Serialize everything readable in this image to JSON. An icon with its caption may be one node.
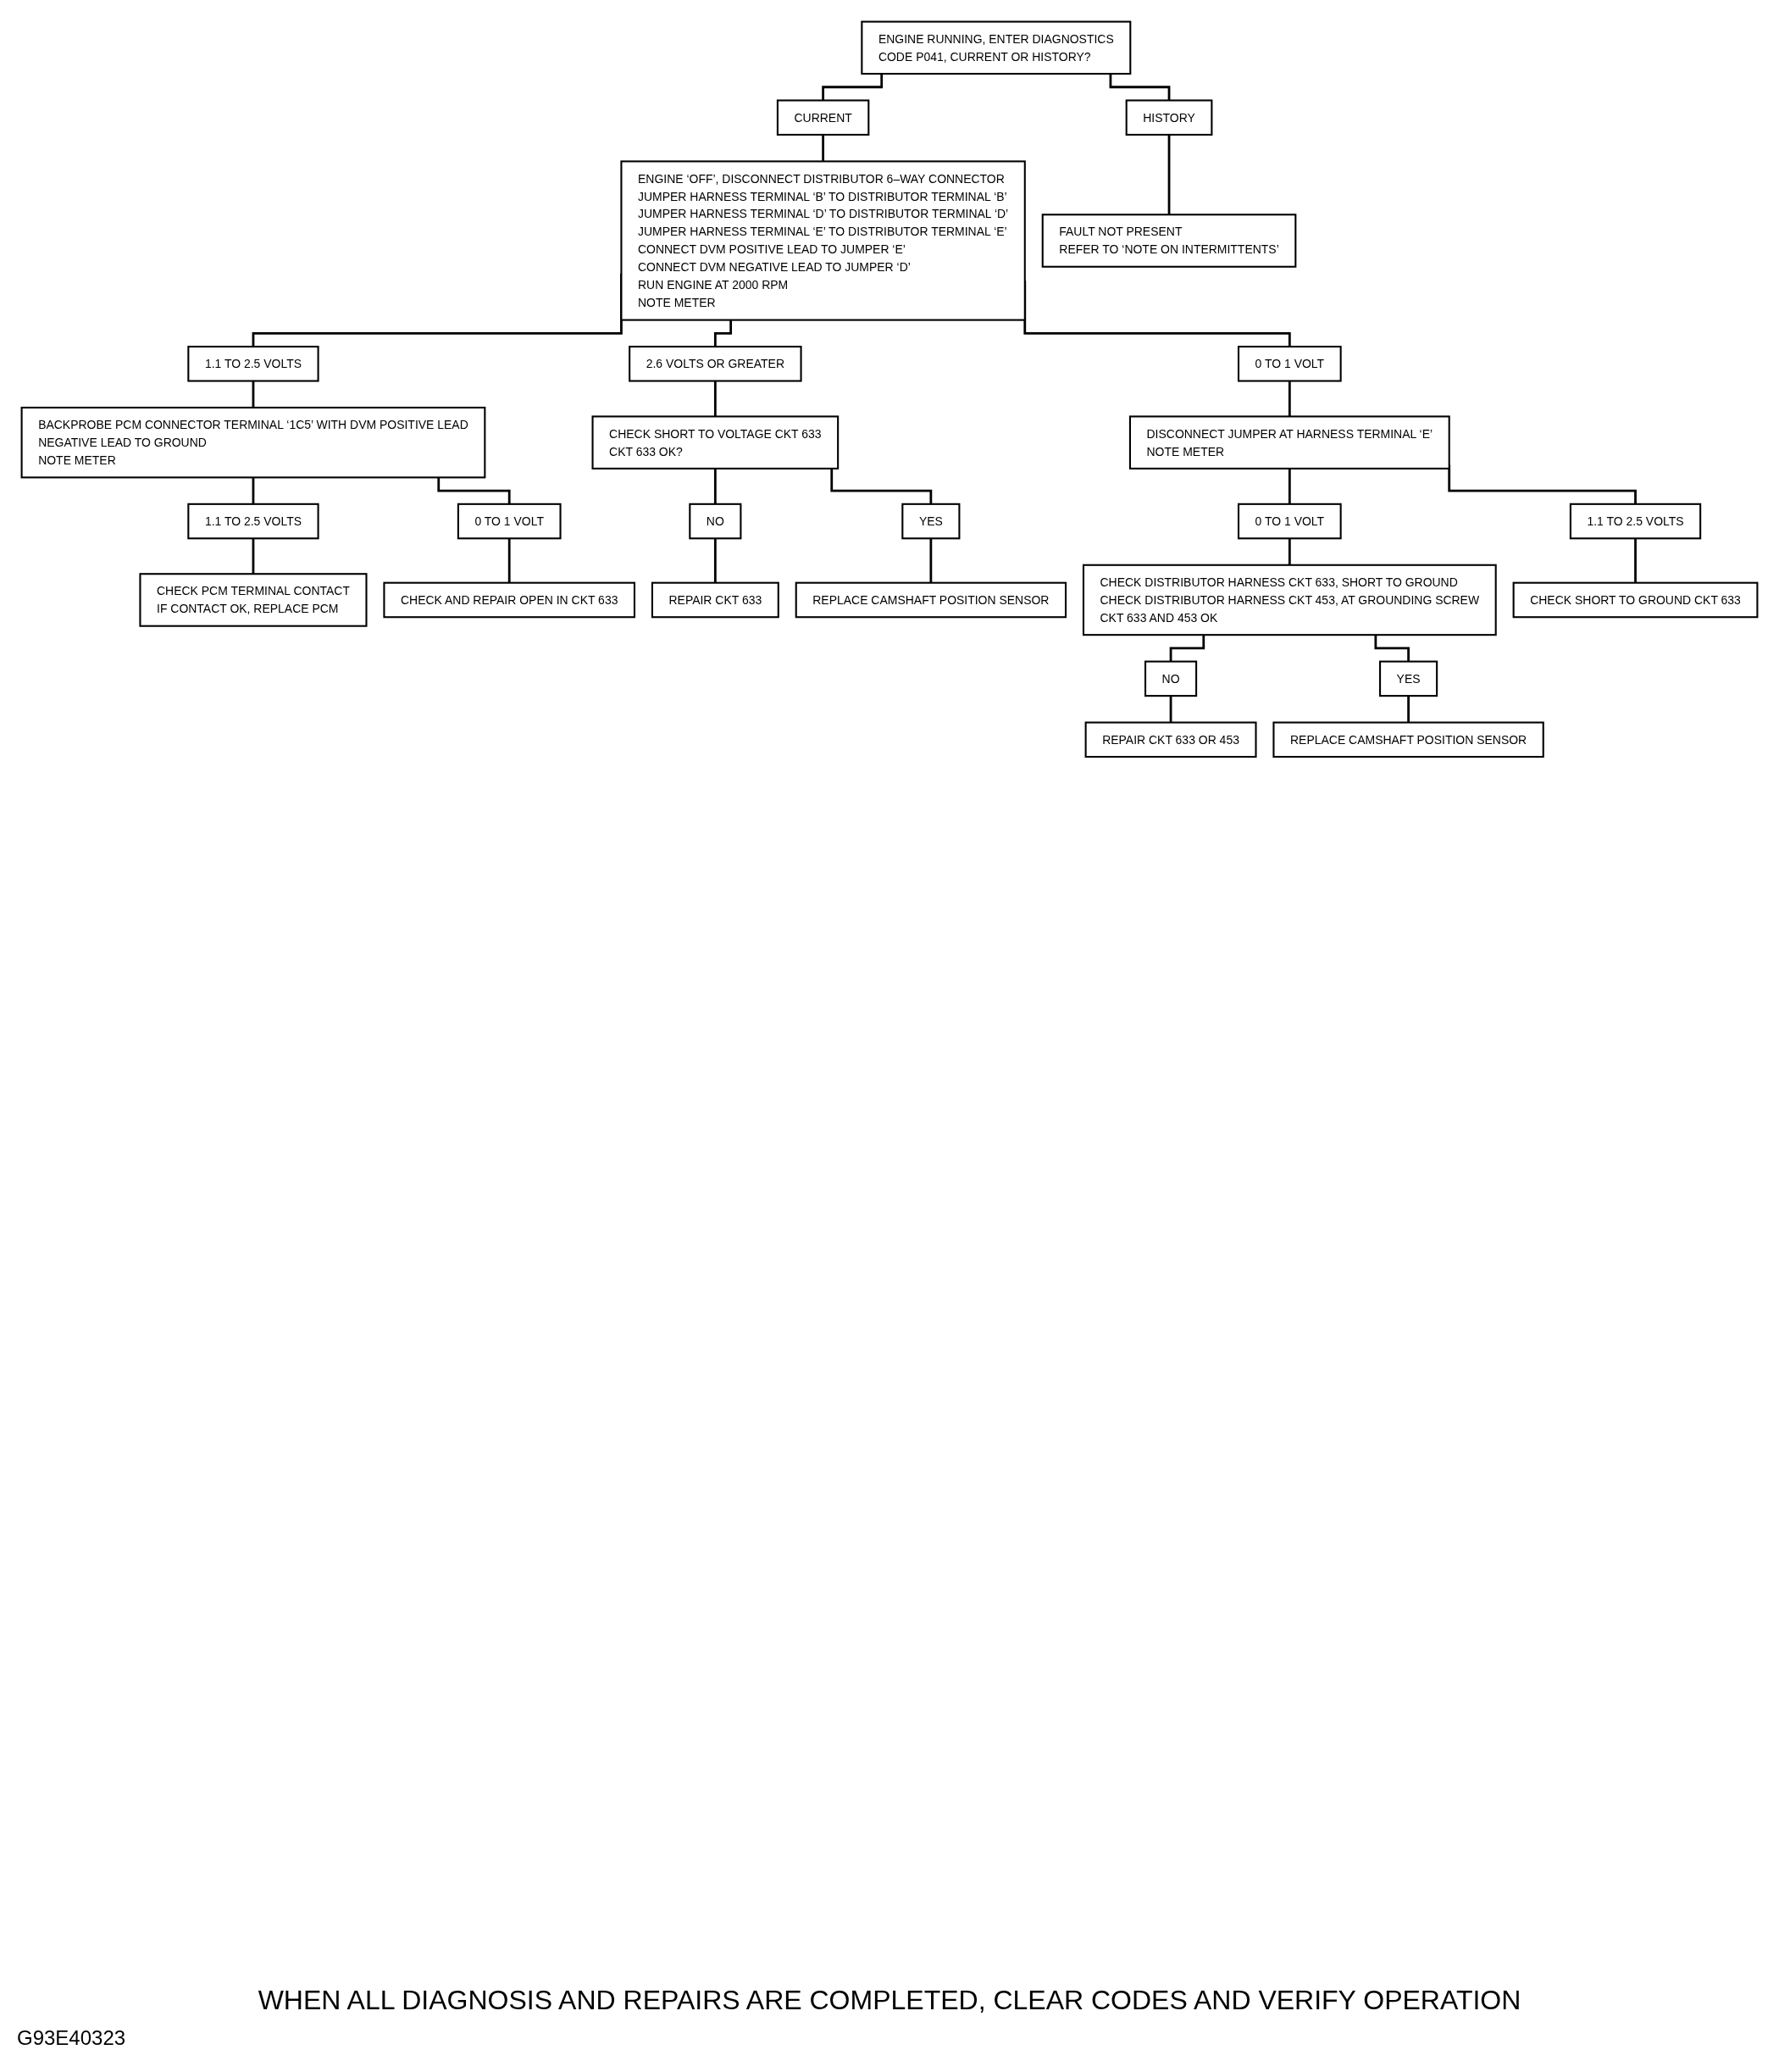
{
  "diagram": {
    "nodes": [
      {
        "text": [
          "ENGINE RUNNING, ENTER DIAGNOSTICS",
          "CODE P041, CURRENT OR HISTORY?"
        ]
      },
      {
        "text": [
          "CURRENT"
        ]
      },
      {
        "text": [
          "HISTORY"
        ]
      },
      {
        "text": [
          "ENGINE ‘OFF’, DISCONNECT DISTRIBUTOR 6–WAY CONNECTOR",
          "JUMPER HARNESS TERMINAL ‘B’ TO DISTRIBUTOR TERMINAL ‘B’",
          "JUMPER HARNESS TERMINAL ‘D’ TO DISTRIBUTOR TERMINAL ‘D’",
          "JUMPER HARNESS TERMINAL ‘E’ TO DISTRIBUTOR TERMINAL ‘E’",
          "CONNECT DVM POSITIVE LEAD TO JUMPER ‘E’",
          "CONNECT DVM NEGATIVE LEAD TO JUMPER ‘D’",
          "RUN ENGINE AT 2000 RPM",
          "NOTE METER"
        ]
      },
      {
        "text": [
          "FAULT NOT PRESENT",
          "REFER TO ‘NOTE ON INTERMITTENTS’"
        ]
      },
      {
        "text": [
          "0 TO 1 VOLT"
        ]
      },
      {
        "text": [
          "1.1 TO 2.5 VOLTS"
        ]
      },
      {
        "text": [
          "2.6 VOLTS OR GREATER"
        ]
      },
      {
        "text": [
          "BACKPROBE PCM CONNECTOR TERMINAL ‘1C5’ WITH DVM POSITIVE LEAD",
          "NEGATIVE LEAD TO GROUND",
          "NOTE METER"
        ]
      },
      {
        "text": [
          "CHECK SHORT TO VOLTAGE CKT 633",
          "CKT 633 OK?"
        ]
      },
      {
        "text": [
          "1.1 TO 2.5 VOLTS"
        ]
      },
      {
        "text": [
          "0 TO 1 VOLT"
        ]
      },
      {
        "text": [
          "NO"
        ]
      },
      {
        "text": [
          "YES"
        ]
      },
      {
        "text": [
          "CHECK PCM TERMINAL CONTACT",
          "IF CONTACT OK, REPLACE PCM"
        ]
      },
      {
        "text": [
          "CHECK AND REPAIR OPEN IN CKT 633"
        ]
      },
      {
        "text": [
          "REPAIR CKT 633"
        ]
      },
      {
        "text": [
          "REPLACE CAMSHAFT POSITION SENSOR"
        ]
      },
      {
        "text": [
          "DISCONNECT JUMPER AT HARNESS TERMINAL ‘E’",
          "NOTE METER"
        ]
      },
      {
        "text": [
          "0 TO 1 VOLT"
        ]
      },
      {
        "text": [
          "1.1 TO 2.5 VOLTS"
        ]
      },
      {
        "text": [
          "CHECK DISTRIBUTOR HARNESS CKT 633, SHORT TO GROUND",
          "CHECK DISTRIBUTOR HARNESS CKT 453, AT GROUNDING SCREW",
          "CKT 633 AND 453 OK"
        ]
      },
      {
        "text": [
          "CHECK SHORT TO GROUND CKT 633"
        ]
      },
      {
        "text": [
          "NO"
        ]
      },
      {
        "text": [
          "YES"
        ]
      },
      {
        "text": [
          "REPAIR CKT 633 OR 453"
        ]
      },
      {
        "text": [
          "REPLACE CAMSHAFT POSITION SENSOR"
        ]
      }
    ],
    "edges": [
      {
        "from": 0,
        "to": 1,
        "arrow": "none"
      },
      {
        "from": 0,
        "to": 2,
        "arrow": "none"
      },
      {
        "from": 1,
        "to": 3,
        "arrow": "none"
      },
      {
        "from": 2,
        "to": 4,
        "arrow": "none"
      },
      {
        "from": 3,
        "to": 5,
        "arrow": "none"
      },
      {
        "from": 3,
        "to": 6,
        "arrow": "none"
      },
      {
        "from": 3,
        "to": 7,
        "arrow": "none"
      },
      {
        "from": 6,
        "to": 8,
        "arrow": "none"
      },
      {
        "from": 7,
        "to": 9,
        "arrow": "none"
      },
      {
        "from": 8,
        "to": 10,
        "arrow": "none"
      },
      {
        "from": 8,
        "to": 11,
        "arrow": "none"
      },
      {
        "from": 9,
        "to": 12,
        "arrow": "none"
      },
      {
        "from": 9,
        "to": 13,
        "arrow": "none"
      },
      {
        "from": 10,
        "to": 14,
        "arrow": "none"
      },
      {
        "from": 11,
        "to": 15,
        "arrow": "none"
      },
      {
        "from": 12,
        "to": 16,
        "arrow": "none"
      },
      {
        "from": 13,
        "to": 17,
        "arrow": "none"
      },
      {
        "from": 5,
        "to": 18,
        "arrow": "none"
      },
      {
        "from": 18,
        "to": 19,
        "arrow": "none"
      },
      {
        "from": 18,
        "to": 20,
        "arrow": "none"
      },
      {
        "from": 19,
        "to": 21,
        "arrow": "none"
      },
      {
        "from": 20,
        "to": 22,
        "arrow": "none"
      },
      {
        "from": 21,
        "to": 23,
        "arrow": "none"
      },
      {
        "from": 21,
        "to": 24,
        "arrow": "none"
      },
      {
        "from": 23,
        "to": 25,
        "arrow": "none"
      },
      {
        "from": 24,
        "to": 26,
        "arrow": "none"
      }
    ],
    "labels": [
      "WHEN ALL DIAGNOSIS AND REPAIRS ARE COMPLETED, CLEAR CODES AND VERIFY OPERATION",
      "G93E40323"
    ]
  }
}
